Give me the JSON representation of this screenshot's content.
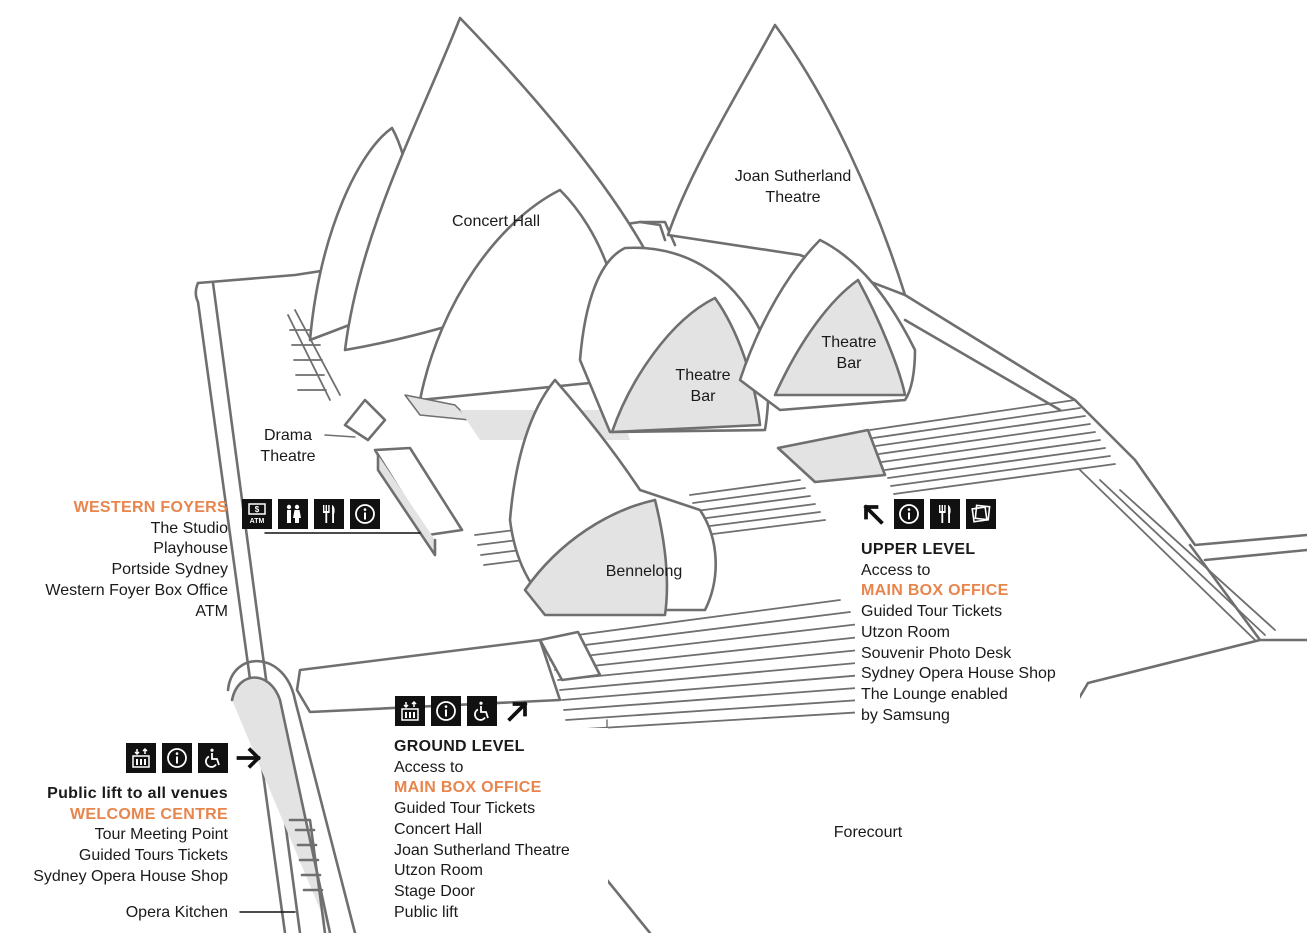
{
  "venues": {
    "concert_hall": "Concert Hall",
    "joan_sutherland_1": "Joan Sutherland",
    "joan_sutherland_2": "Theatre",
    "theatre_bar_left_1": "Theatre",
    "theatre_bar_left_2": "Bar",
    "theatre_bar_right_1": "Theatre",
    "theatre_bar_right_2": "Bar",
    "drama_1": "Drama",
    "drama_2": "Theatre",
    "bennelong": "Bennelong",
    "forecourt": "Forecourt",
    "opera_kitchen": "Opera Kitchen"
  },
  "western_foyers": {
    "title": "WESTERN FOYERS",
    "items": [
      "The Studio",
      "Playhouse",
      "Portside Sydney",
      "Western Foyer Box Office",
      "ATM"
    ],
    "icons": [
      "atm-icon",
      "toilets-icon",
      "food-icon",
      "info-icon"
    ],
    "atm_text": "ATM"
  },
  "upper_level": {
    "title": "UPPER LEVEL",
    "access": "Access to",
    "box_office": "MAIN BOX OFFICE",
    "items": [
      "Guided Tour Tickets",
      "Utzon Room",
      "Souvenir Photo Desk",
      "Sydney Opera House Shop",
      "The Lounge enabled",
      "by Samsung"
    ],
    "icons": [
      "arrow-up-left-icon",
      "info-icon",
      "food-icon",
      "photo-icon"
    ]
  },
  "ground_level": {
    "title": "GROUND LEVEL",
    "access": "Access to",
    "box_office": "MAIN BOX OFFICE",
    "items": [
      "Guided Tour Tickets",
      "Concert Hall",
      "Joan Sutherland Theatre",
      "Utzon Room",
      "Stage Door",
      "Public lift"
    ],
    "icons": [
      "lift-icon",
      "info-icon",
      "accessible-icon",
      "arrow-up-right-icon"
    ]
  },
  "welcome_centre": {
    "lift": "Public lift to all venues",
    "title": "WELCOME CENTRE",
    "items": [
      "Tour Meeting Point",
      "Guided Tours Tickets",
      "Sydney Opera House Shop"
    ],
    "icons": [
      "lift-icon",
      "info-icon",
      "accessible-icon",
      "arrow-right-icon"
    ]
  },
  "colors": {
    "accent": "#e8854c",
    "line": "#6f6f6f",
    "shade": "#e3e3e3",
    "icon_bg": "#111111"
  }
}
